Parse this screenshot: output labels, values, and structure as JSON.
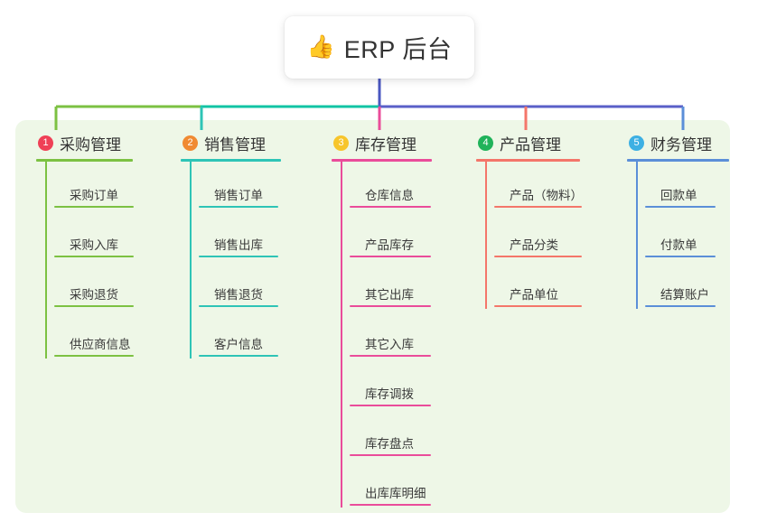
{
  "root": {
    "icon": "thumbs-up-emoji",
    "icon_glyph": "👍",
    "title": "ERP 后台"
  },
  "canvas": {
    "background_color": "#eef7e7"
  },
  "colors": {
    "root_stem": "#4a57c0",
    "bar_green": "#7cc142",
    "bar_teal": "#11c4a4",
    "bar_purple": "#5a5fc8",
    "branch_1": "#7cc142",
    "branch_2": "#2ec4b6",
    "branch_3": "#ea4c9a",
    "branch_4": "#f4766a",
    "branch_5": "#5b8fd8",
    "badge_1": "#ef4056",
    "badge_2": "#f08a32",
    "badge_3": "#f7c52b",
    "badge_4": "#20b35a",
    "badge_5": "#3db0e3"
  },
  "branches": [
    {
      "number": "1",
      "label": "采购管理",
      "color": "#7cc142",
      "badge_color": "#ef4056",
      "items": [
        "采购订单",
        "采购入库",
        "采购退货",
        "供应商信息"
      ]
    },
    {
      "number": "2",
      "label": "销售管理",
      "color": "#2ec4b6",
      "badge_color": "#f08a32",
      "items": [
        "销售订单",
        "销售出库",
        "销售退货",
        "客户信息"
      ]
    },
    {
      "number": "3",
      "label": "库存管理",
      "color": "#ea4c9a",
      "badge_color": "#f7c52b",
      "items": [
        "仓库信息",
        "产品库存",
        "其它出库",
        "其它入库",
        "库存调拨",
        "库存盘点",
        "出库库明细"
      ]
    },
    {
      "number": "4",
      "label": "产品管理",
      "color": "#f4766a",
      "badge_color": "#20b35a",
      "items": [
        "产品（物料）",
        "产品分类",
        "产品单位"
      ]
    },
    {
      "number": "5",
      "label": "财务管理",
      "color": "#5b8fd8",
      "badge_color": "#3db0e3",
      "items": [
        "回款单",
        "付款单",
        "结算账户"
      ]
    }
  ]
}
